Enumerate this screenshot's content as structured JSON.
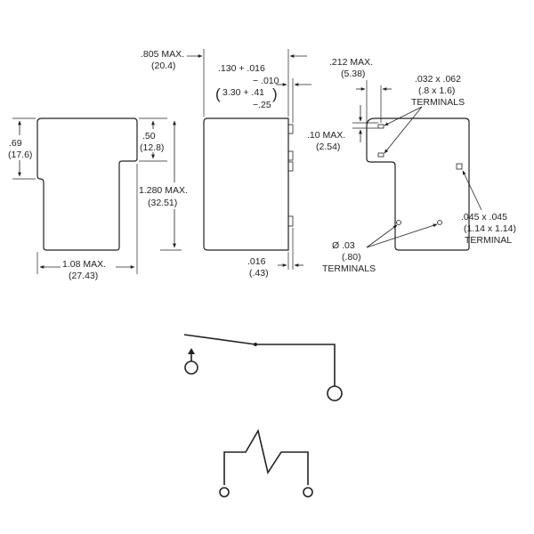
{
  "front_view": {
    "dim_width": [
      "1.08 MAX.",
      "(27.43)"
    ],
    "dim_notch_left": [
      ".69",
      "(17.6)"
    ],
    "dim_notch_right": [
      ".50",
      "(12.8)"
    ],
    "dim_height": [
      "1.280 MAX.",
      "(32.51)"
    ]
  },
  "side_view": {
    "dim_depth": [
      ".805 MAX.",
      "(20.4)"
    ],
    "dim_pin_len": [
      ".130 + .016",
      "− .010"
    ],
    "dim_pin_len_mm": [
      "3.30 + .41",
      "−.25"
    ],
    "dim_pin_thick": [
      ".016",
      "(.43)"
    ]
  },
  "bottom_view": {
    "dim_offset": [
      ".212 MAX.",
      "(5.38)"
    ],
    "dim_spacing": [
      ".10 MAX.",
      "(2.54)"
    ],
    "rect_terminals": [
      ".032 x .062",
      "(.8 x 1.6)",
      "TERMINALS"
    ],
    "round_terminals": [
      "Ø .03",
      "(.80)",
      "TERMINALS"
    ],
    "square_terminal": [
      ".045 x .045",
      "(1.14 x 1.14)",
      "TERMINAL"
    ]
  }
}
